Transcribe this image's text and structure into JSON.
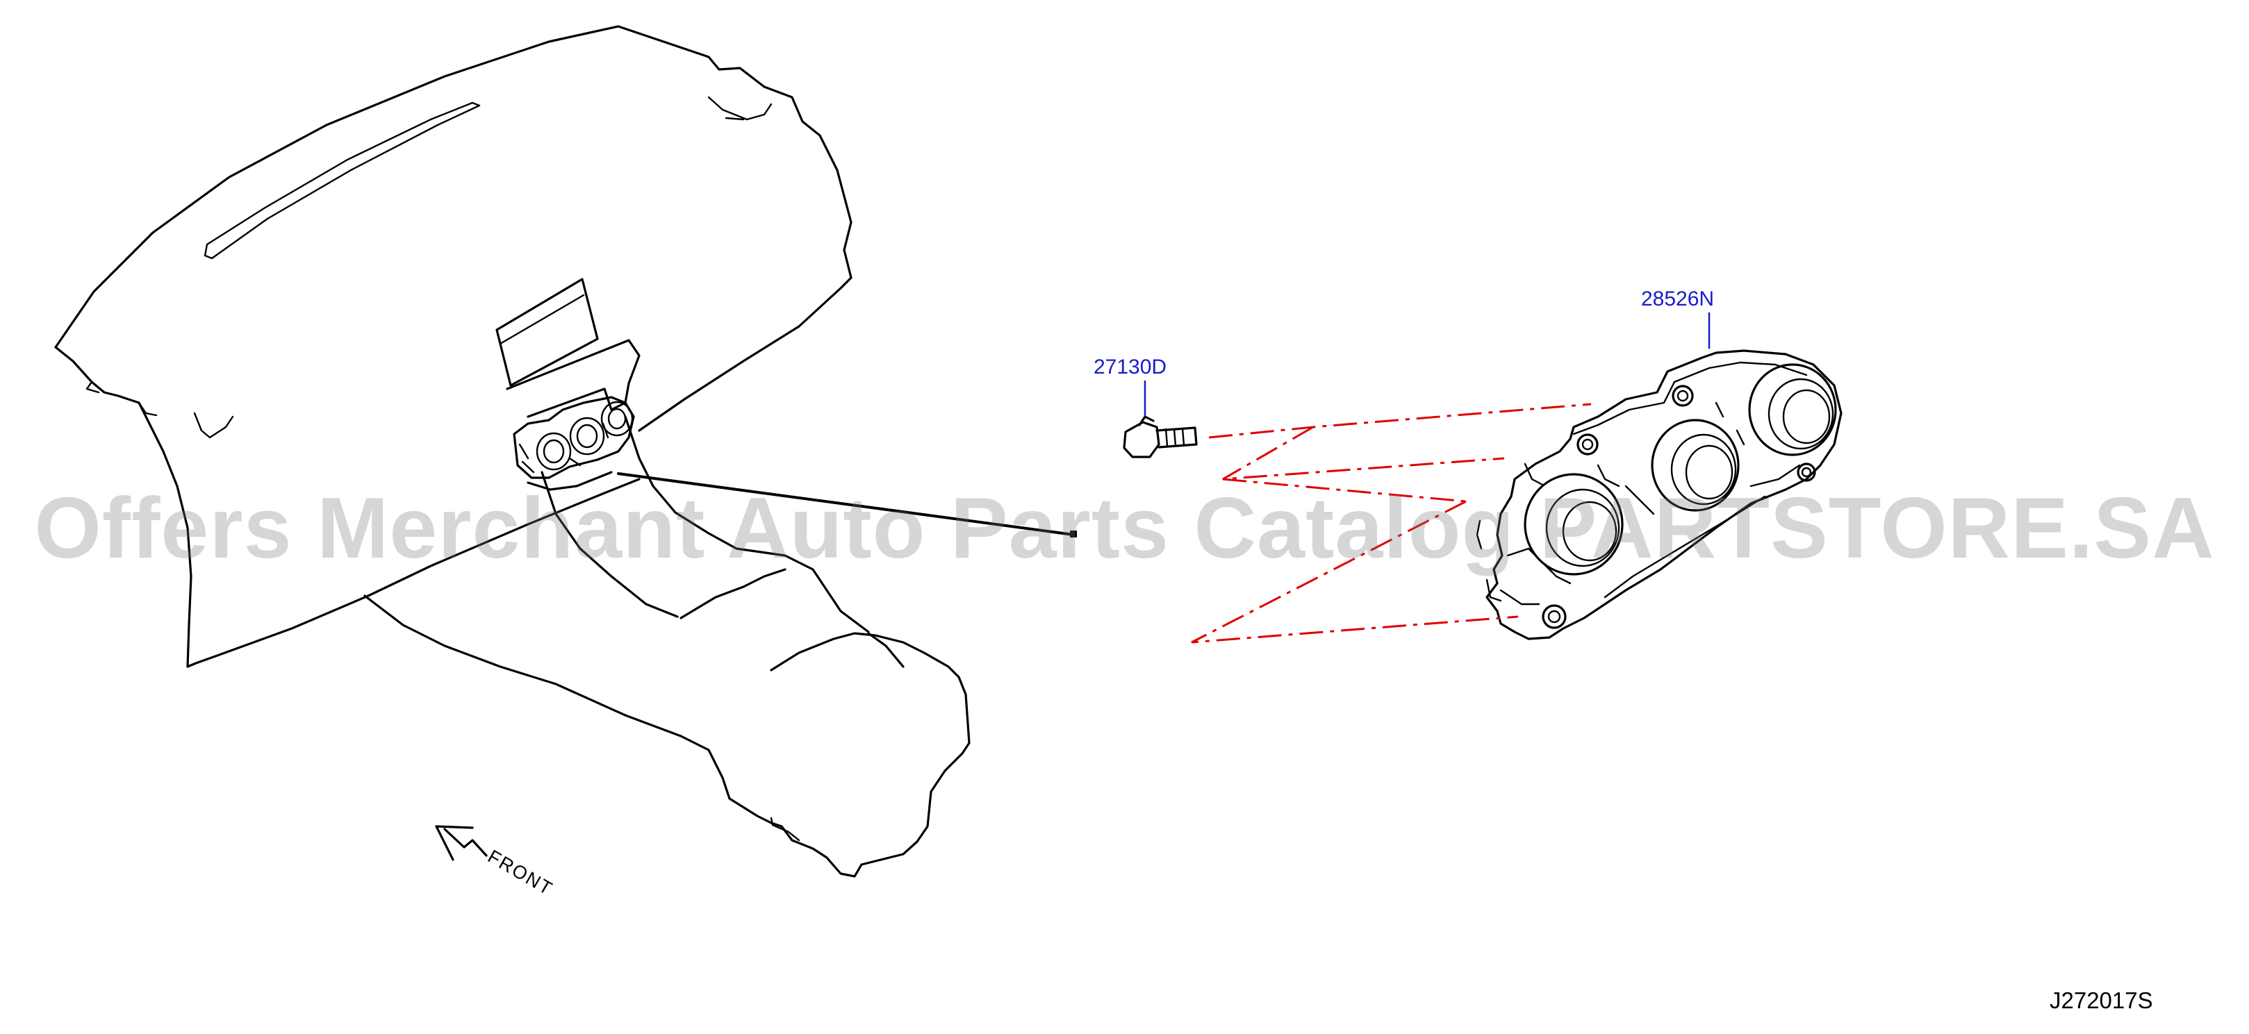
{
  "diagram": {
    "part_labels": [
      {
        "id": "part-28526N",
        "text": "28526N"
      },
      {
        "id": "part-27130D",
        "text": "27130D"
      }
    ],
    "direction_label": "FRONT",
    "diagram_code": "J272017S",
    "watermark": "Offers Merchant Auto Parts Catalog PARTSTORE.SA",
    "colors": {
      "outline": "#000000",
      "leader_lines": "#e00000",
      "part_labels": "#1a1acc",
      "watermark": "#787878"
    }
  }
}
